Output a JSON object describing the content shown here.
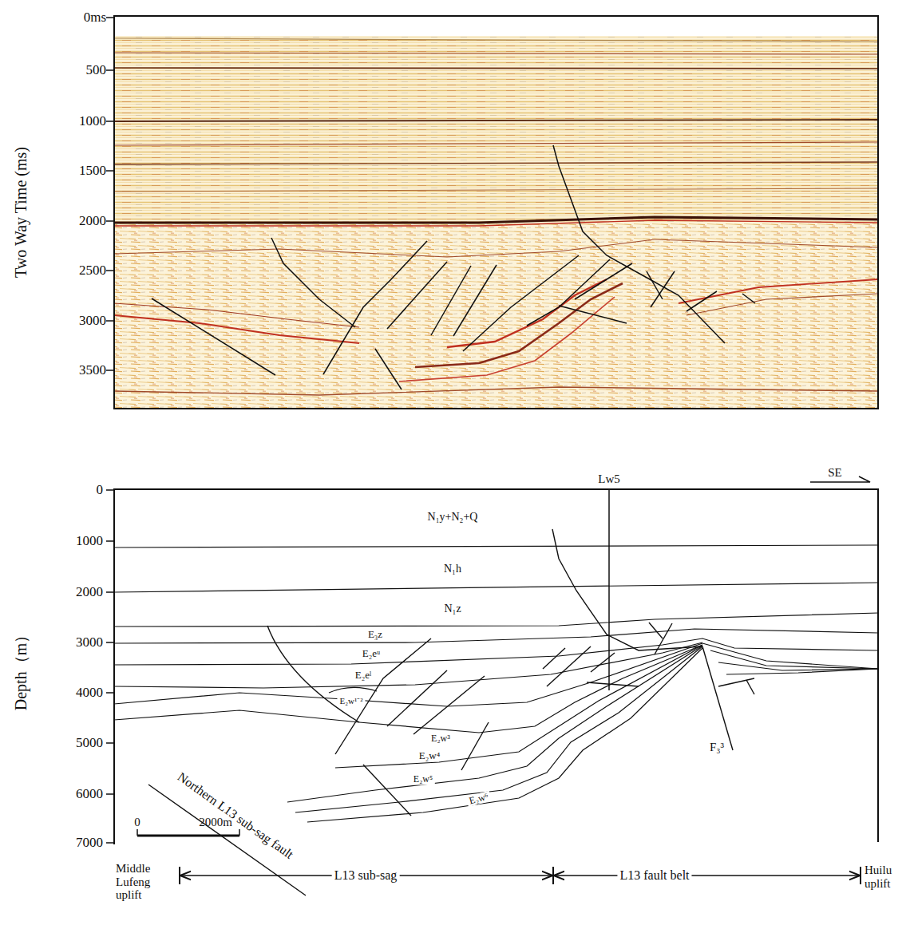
{
  "diagram": {
    "labels": [
      "0ms",
      "500",
      "1000",
      "1500",
      "2000",
      "2500",
      "3000",
      "3500",
      "Two Way Time (ms)",
      "0",
      "1000",
      "2000",
      "3000",
      "4000",
      "5000",
      "6000",
      "7000",
      "Depth（m）",
      "Lw5",
      "SE",
      "N₁y+N₂+Q",
      "N₁h",
      "N₁z",
      "E₃z",
      "E₂eᵘ",
      "E₂eˡ",
      "E₂w¹⁻²",
      "E₂w³",
      "E₂w⁴",
      "E₂w⁵",
      "E₂w⁶",
      "F₃³",
      "Northern L13 sub-sag fault",
      "0",
      "2000m",
      "Middle Lufeng uplift",
      "L13 sub-sag",
      "L13 fault belt",
      "Huilu uplift"
    ]
  }
}
